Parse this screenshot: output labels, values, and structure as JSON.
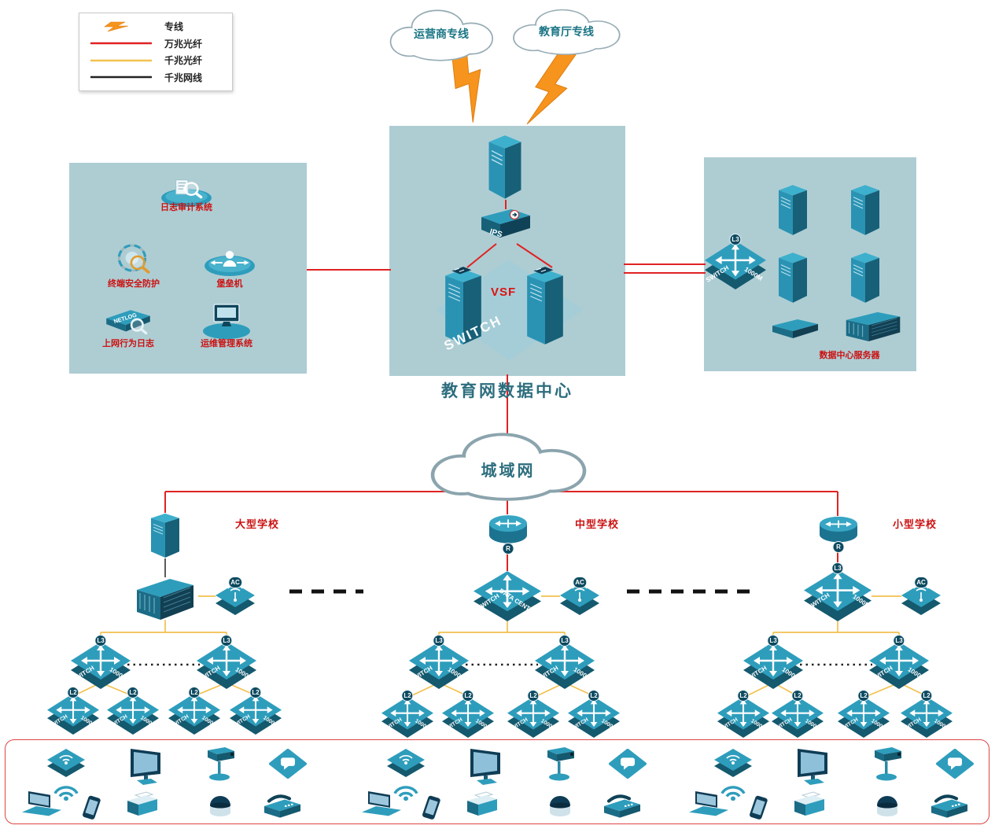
{
  "colors": {
    "panel_bg": "#aecdd3",
    "device_teal": "#2e9dbc",
    "device_dark": "#14596e",
    "line_dedicated": "#f7941d",
    "line_10g_fiber": "#e02222",
    "line_1g_fiber": "#f2c14e",
    "line_1g_copper": "#1a1a1a",
    "label_red": "#cc1111",
    "title_teal": "#2d6e7e"
  },
  "legend": {
    "items": [
      {
        "label": "专线",
        "type": "lightning"
      },
      {
        "label": "万兆光纤",
        "type": "red-line"
      },
      {
        "label": "千兆光纤",
        "type": "yellow-line"
      },
      {
        "label": "千兆网线",
        "type": "black-line"
      }
    ]
  },
  "clouds": {
    "isp": "运营商专线",
    "edu": "教育厅专线",
    "man": "城域网"
  },
  "datacenter": {
    "title": "教育网数据中心",
    "vsf": "VSF",
    "ips": "IPS",
    "watermark": "SWITCH"
  },
  "security_panel": {
    "audit": "日志审计系统",
    "endpoint": "终端安全防护",
    "bastion": "堡垒机",
    "netlog": "上网行为日志",
    "netlog_badge": "NETLOG",
    "ops": "运维管理系统"
  },
  "server_panel": {
    "title": "数据中心服务器"
  },
  "schools": {
    "large": {
      "name": "大型学校"
    },
    "medium": {
      "name": "中型学校",
      "core_top": "SWITCH",
      "core_bottom": "DATA CENTER"
    },
    "small": {
      "name": "小型学校"
    }
  },
  "switch": {
    "name": "SWITCH",
    "speed": "1000M",
    "l3_badge": "L3",
    "l2_badge": "L2",
    "ac_badge": "AC",
    "router_badge": "R"
  }
}
